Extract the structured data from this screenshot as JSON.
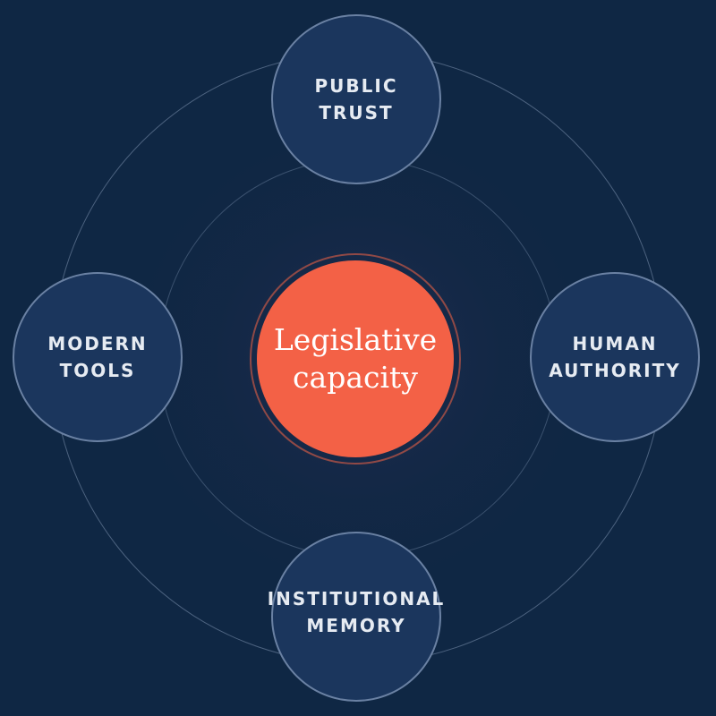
{
  "center": {
    "label": "Legislative\ncapacity",
    "color": "#f36146"
  },
  "nodes": {
    "top": {
      "label": "PUBLIC\nTRUST"
    },
    "left": {
      "label": "MODERN\nTOOLS"
    },
    "right": {
      "label": "HUMAN\nAUTHORITY"
    },
    "bottom": {
      "label": "INSTITUTIONAL\nMEMORY"
    }
  },
  "colors": {
    "background": "#0f2744",
    "node_fill": "#1b365d",
    "ring": "#96aac8",
    "label_text": "#e6ebf2"
  }
}
